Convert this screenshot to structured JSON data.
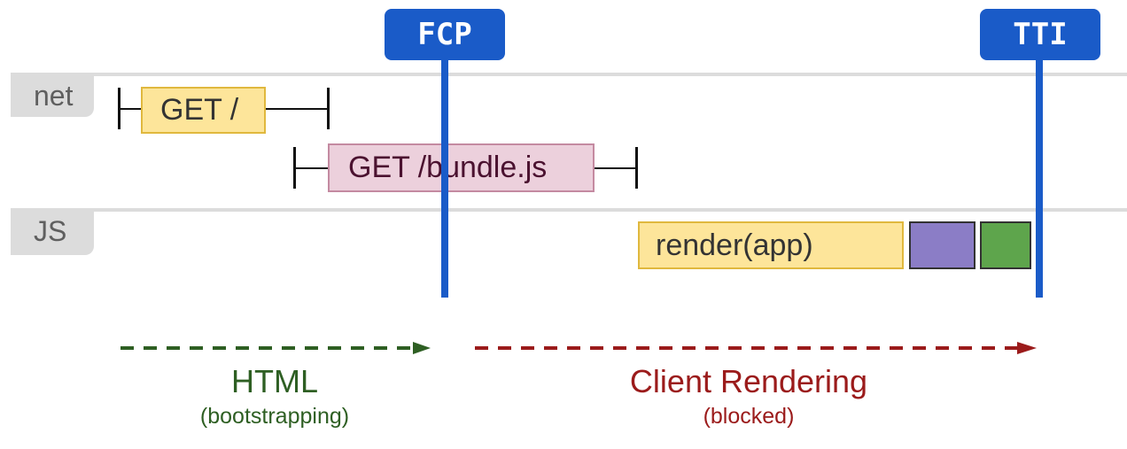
{
  "lanes": {
    "net_label": "net",
    "js_label": "JS"
  },
  "markers": {
    "fcp_label": "FCP",
    "tti_label": "TTI",
    "color": "#1a5bc8"
  },
  "requests": {
    "get_root_label": "GET /",
    "get_bundle_label": "GET /bundle.js"
  },
  "js_tasks": {
    "render_label": "render(app)",
    "task2_color": "#8b7dc6",
    "task3_color": "#5ea54c"
  },
  "phases": {
    "html_title": "HTML",
    "html_sub": "(bootstrapping)",
    "html_color": "#2e5f23",
    "client_title": "Client Rendering",
    "client_sub": "(blocked)",
    "client_color": "#9b1b1b"
  }
}
